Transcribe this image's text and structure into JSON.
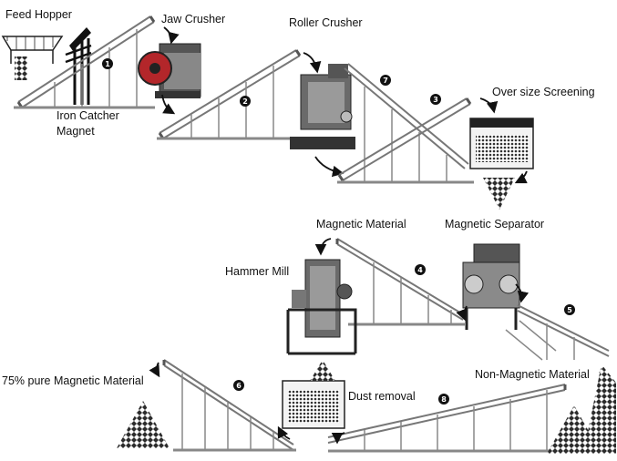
{
  "labels": {
    "feed_hopper": "Feed Hopper",
    "jaw_crusher": "Jaw Crusher",
    "roller_crusher": "Roller Crusher",
    "iron_catcher": "Iron Catcher",
    "magnet": "Magnet",
    "over_size_screening": "Over size Screening",
    "magnetic_material": "Magnetic Material",
    "magnetic_separator": "Magnetic Separator",
    "hammer_mill": "Hammer Mill",
    "pure_magnetic": "75% pure Magnetic Material",
    "dust_removal": "Dust removal",
    "non_magnetic": "Non-Magnetic Material"
  },
  "conveyor_numbers": [
    "1",
    "2",
    "7",
    "3",
    "4",
    "5",
    "6",
    "8"
  ],
  "colors": {
    "conveyor": "#7a7a7a",
    "machine_dark": "#3a3a3a",
    "machine_mid": "#8a8a8a",
    "jaw_red": "#b3262a",
    "pile": "#2b2b2b",
    "arrow": "#111111"
  },
  "icons": [
    "feed-hopper-icon",
    "iron-catcher-magnet-icon",
    "jaw-crusher-icon",
    "roller-crusher-icon",
    "screening-unit-icon",
    "magnetic-separator-icon",
    "hammer-mill-icon",
    "dust-removal-icon"
  ]
}
